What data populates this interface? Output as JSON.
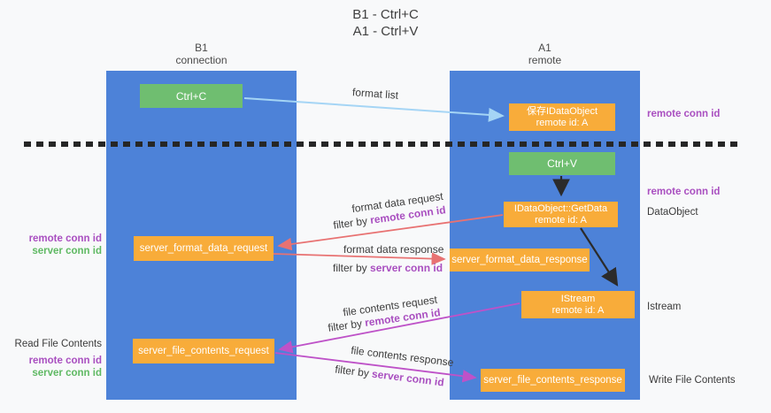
{
  "title": {
    "line1": "B1 - Ctrl+C",
    "line2": "A1 - Ctrl+V"
  },
  "lifelines": {
    "left": {
      "name": "B1",
      "role": "connection"
    },
    "right": {
      "name": "A1",
      "role": "remote"
    }
  },
  "boxes": {
    "ctrl_c": "Ctrl+C",
    "ctrl_v": "Ctrl+V",
    "save_idataobject": {
      "title": "保存IDataObject",
      "subtitle": "remote id: A"
    },
    "getdata": {
      "title": "IDataObject::GetData",
      "subtitle": "remote id: A"
    },
    "istream": {
      "title": "IStream",
      "subtitle": "remote id: A"
    },
    "format_request": "server_format_data_request",
    "format_response": "server_format_data_response",
    "file_request": "server_file_contents_request",
    "file_response": "server_file_contents_response"
  },
  "messages": {
    "format_list": "format list",
    "format_data_request": {
      "label": "format data request",
      "filter_prefix": "filter by ",
      "filter_key": "remote conn id"
    },
    "format_data_response": {
      "label": "format data response",
      "filter_prefix": "filter by ",
      "filter_key": "server conn id"
    },
    "file_contents_request": {
      "label": "file contents request",
      "filter_prefix": "filter by ",
      "filter_key": "remote conn id"
    },
    "file_contents_response": {
      "label": "file contents response",
      "filter_prefix": "filter by ",
      "filter_key": "server conn id"
    }
  },
  "annotations": {
    "right": {
      "remote_conn_id_top": "remote conn id",
      "remote_conn_id_mid": "remote conn id",
      "dataobject": "DataObject",
      "istream": "Istream",
      "write_file_contents": "Write File Contents"
    },
    "left": {
      "remote_conn_id_1": "remote conn id",
      "server_conn_id_1": "server conn id",
      "read_file_contents": "Read File Contents",
      "remote_conn_id_2": "remote conn id",
      "server_conn_id_2": "server conn id"
    }
  },
  "colors": {
    "lifeline_blue": "#4d82d8",
    "action_green": "#6fbe70",
    "message_orange": "#f8ac3a",
    "format_arrow_salmon": "#e87272",
    "file_arrow_magenta": "#be52c8",
    "format_list_arrow_blue": "#a5d5f5",
    "remote_conn_purple": "#a94fc0",
    "server_conn_green": "#5fb963",
    "divider_dashed_black": "#262626"
  }
}
